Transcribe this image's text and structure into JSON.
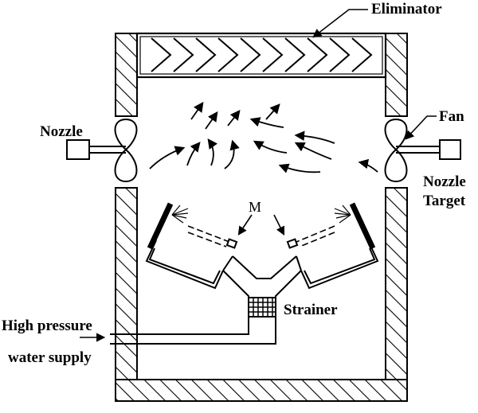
{
  "labels": {
    "eliminator": "Eliminator",
    "nozzle_left": "Nozzle",
    "fan": "Fan",
    "nozzle_right": "Nozzle",
    "target": "Target",
    "m": "M",
    "strainer": "Strainer",
    "supply_line1": "High pressure",
    "supply_line2": "water supply"
  },
  "colors": {
    "ink": "#000000",
    "paper": "#ffffff"
  }
}
